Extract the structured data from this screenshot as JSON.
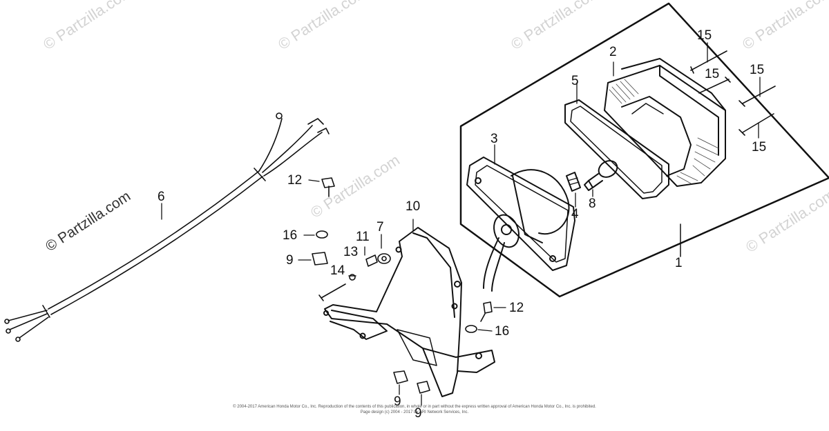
{
  "watermark": "© Partzilla.com",
  "callouts": {
    "c1": "1",
    "c2": "2",
    "c3": "3",
    "c4": "4",
    "c5": "5",
    "c6": "6",
    "c7": "7",
    "c8": "8",
    "c9a": "9",
    "c9b": "9",
    "c9c": "9",
    "c10": "10",
    "c11": "11",
    "c12a": "12",
    "c12b": "12",
    "c13": "13",
    "c14": "14",
    "c15a": "15",
    "c15b": "15",
    "c15c": "15",
    "c15d": "15",
    "c16a": "16",
    "c16b": "16"
  },
  "copyright": {
    "line1": "© 2004-2017 American Honda Motor Co., Inc. Reproduction of the contents of this publication, in whole or in part without the express written approval of American Honda Motor Co., Inc. is prohibited.",
    "line2": "Page design (c) 2004 - 2017 by ARI Network Services, Inc."
  },
  "colors": {
    "line": "#111111",
    "watermark": "#d3d3d3"
  }
}
